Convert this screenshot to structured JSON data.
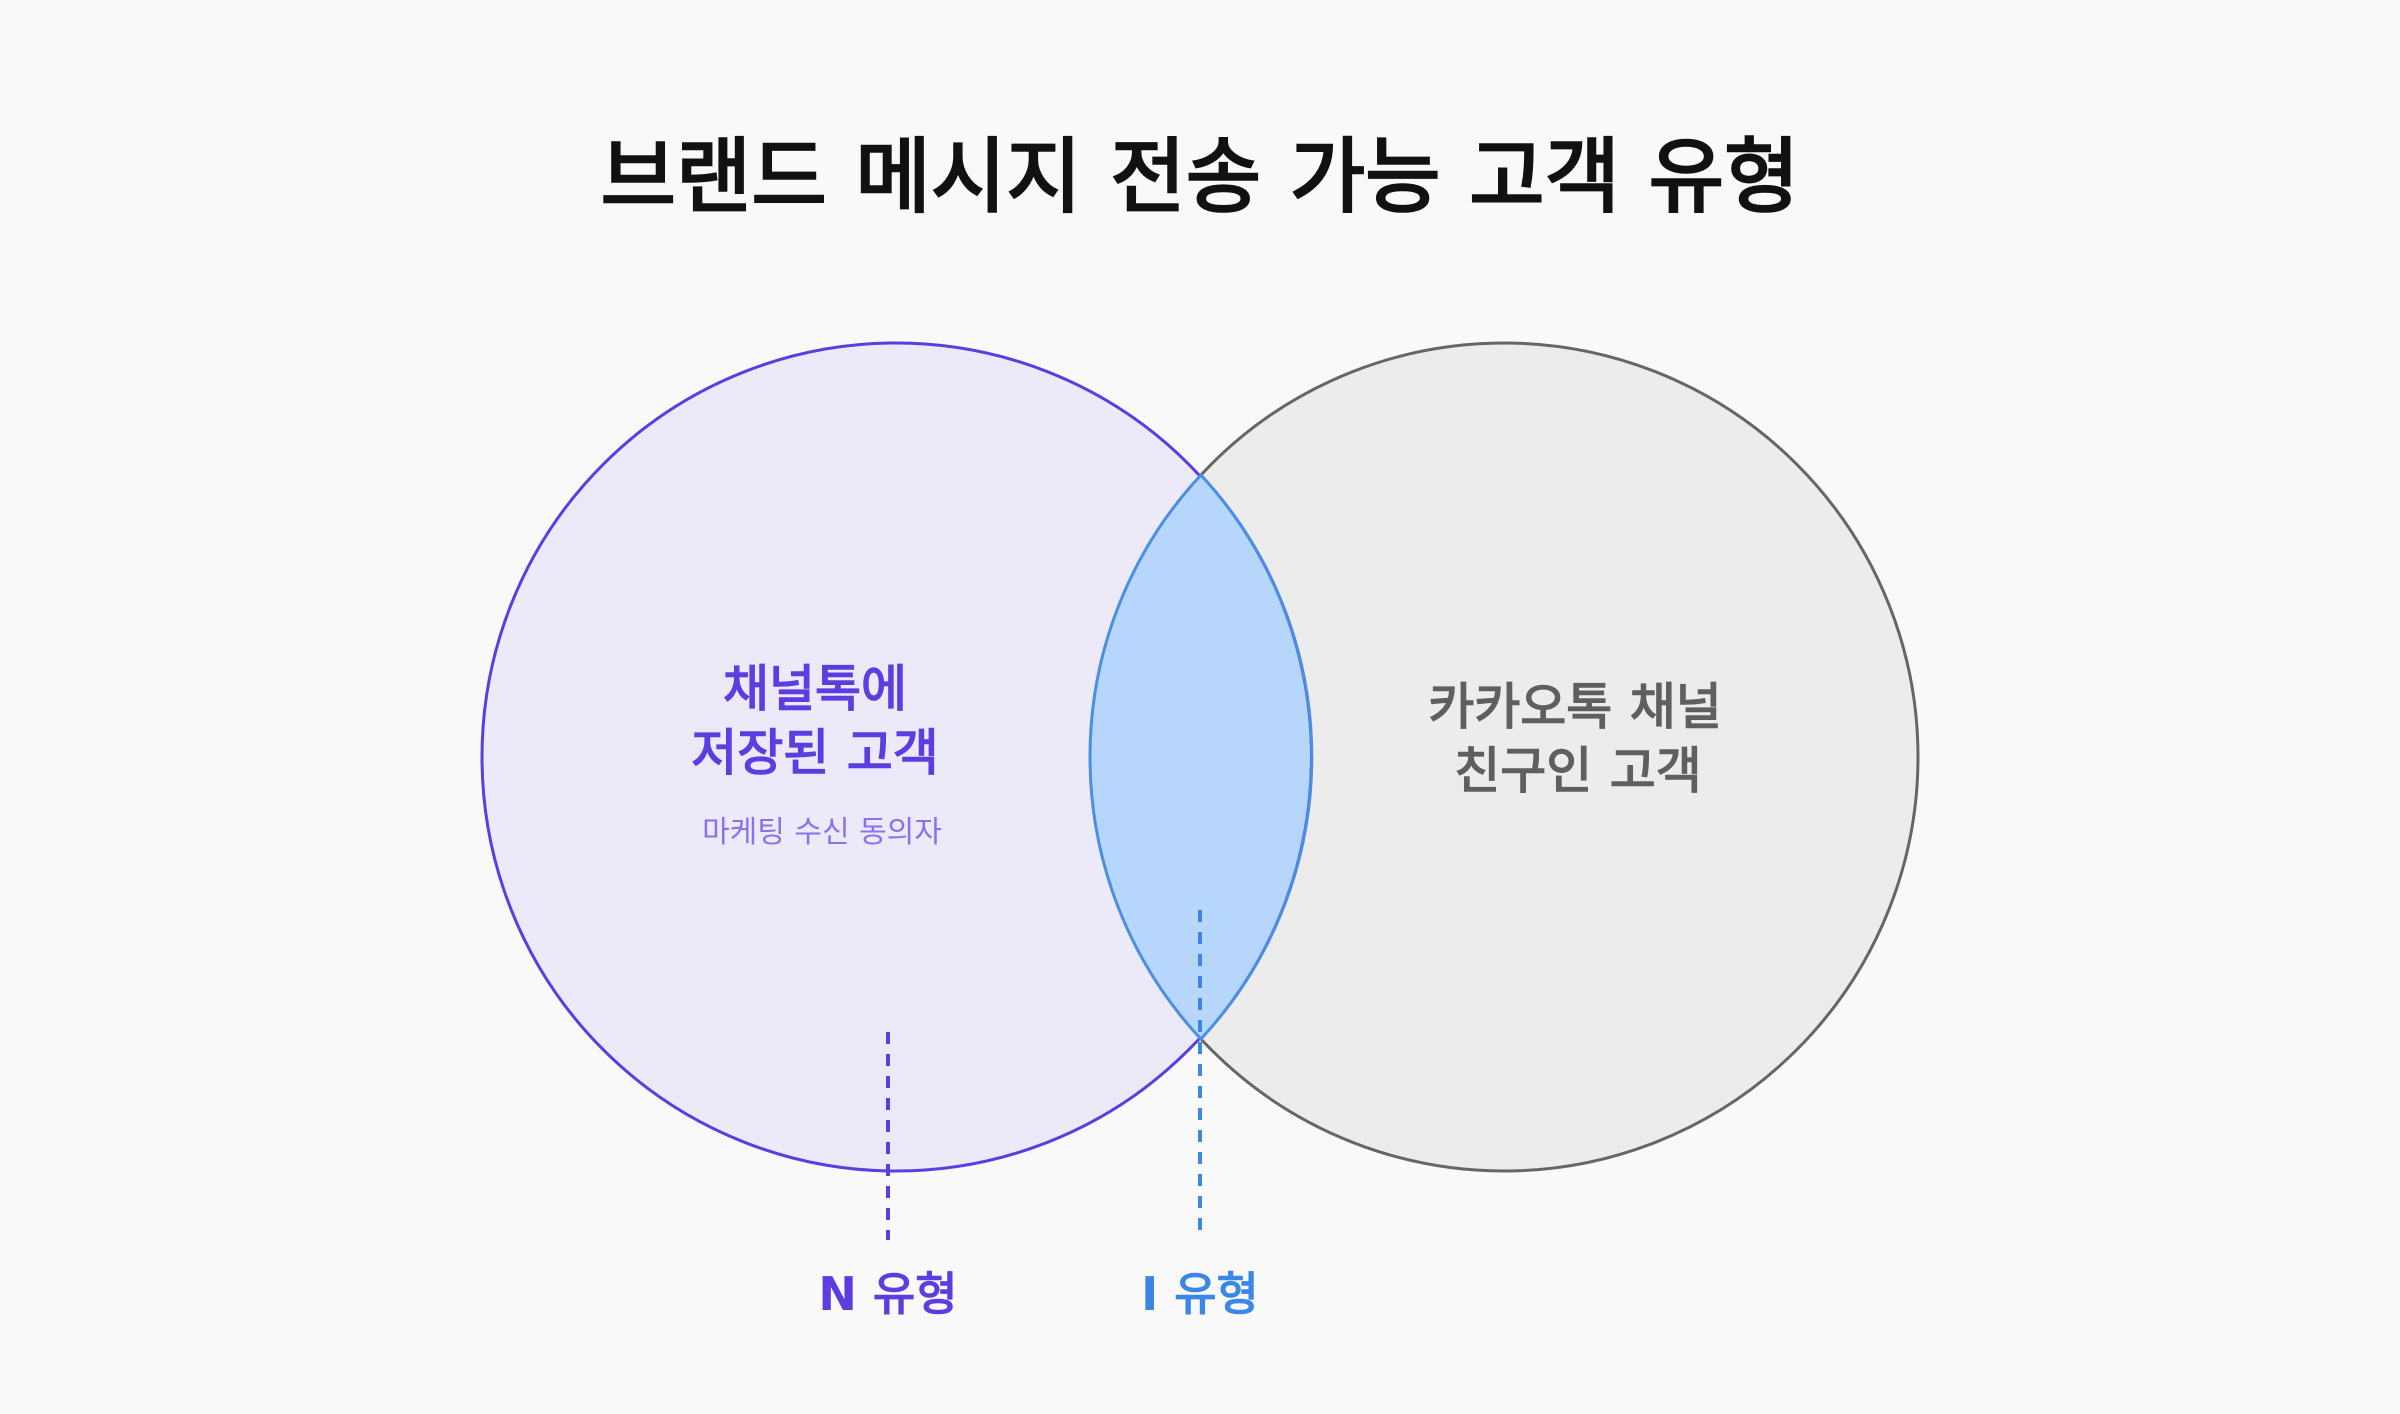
{
  "title": "브랜드 메시지 전송 가능 고객 유형",
  "left_circle": {
    "title_line1": "채널톡에",
    "title_line2": "저장된 고객",
    "subtitle": "마케팅 수신 동의자"
  },
  "right_circle": {
    "title_line1": "카카오톡 채널",
    "title_line2": "친구인 고객"
  },
  "labels": {
    "n_type": "N 유형",
    "i_type": "I 유형"
  },
  "colors": {
    "background": "#f9f9f9",
    "title": "#111111",
    "left_fill": "#ece9f8",
    "left_stroke": "#5b3de0",
    "left_text": "#5b3de0",
    "left_subtext": "#8a73e8",
    "right_fill": "#ececec",
    "right_stroke": "#666666",
    "right_text": "#5f5f5f",
    "overlap_fill": "#b7d6fc",
    "overlap_stroke": "#4a90e2",
    "i_label": "#3b87e6"
  }
}
